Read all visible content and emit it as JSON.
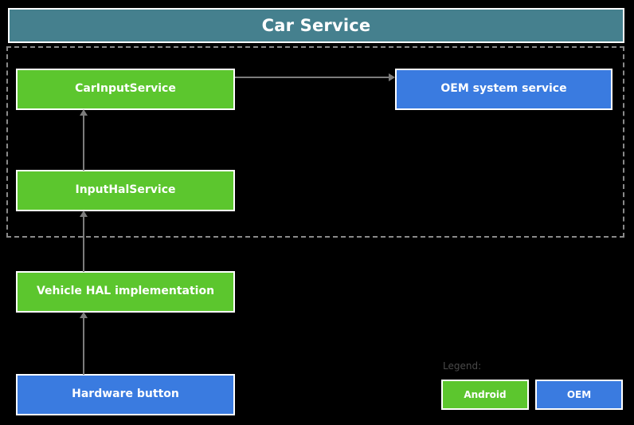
{
  "diagram": {
    "header": {
      "title": "Car Service",
      "color": "#45808E"
    },
    "boundary": {
      "style": "dashed",
      "color": "#8A8A8A"
    },
    "nodes": [
      {
        "id": "car-input-service",
        "label": "CarInputService",
        "category": "Android",
        "color": "#5CC62E"
      },
      {
        "id": "oem-system-service",
        "label": "OEM system service",
        "category": "OEM",
        "color": "#3A7BE0"
      },
      {
        "id": "input-hal-service",
        "label": "InputHalService",
        "category": "Android",
        "color": "#5CC62E"
      },
      {
        "id": "vehicle-hal",
        "label": "Vehicle HAL implementation",
        "category": "Android",
        "color": "#5CC62E"
      },
      {
        "id": "hardware-button",
        "label": "Hardware button",
        "category": "OEM",
        "color": "#3A7BE0"
      }
    ],
    "edges": [
      {
        "from": "car-input-service",
        "to": "oem-system-service",
        "direction": "right"
      },
      {
        "from": "input-hal-service",
        "to": "car-input-service",
        "direction": "up"
      },
      {
        "from": "vehicle-hal",
        "to": "input-hal-service",
        "direction": "up"
      },
      {
        "from": "hardware-button",
        "to": "vehicle-hal",
        "direction": "up"
      }
    ],
    "legend": {
      "title": "Legend:",
      "items": [
        {
          "label": "Android",
          "color": "#5CC62E"
        },
        {
          "label": "OEM",
          "color": "#3A7BE0"
        }
      ]
    }
  }
}
